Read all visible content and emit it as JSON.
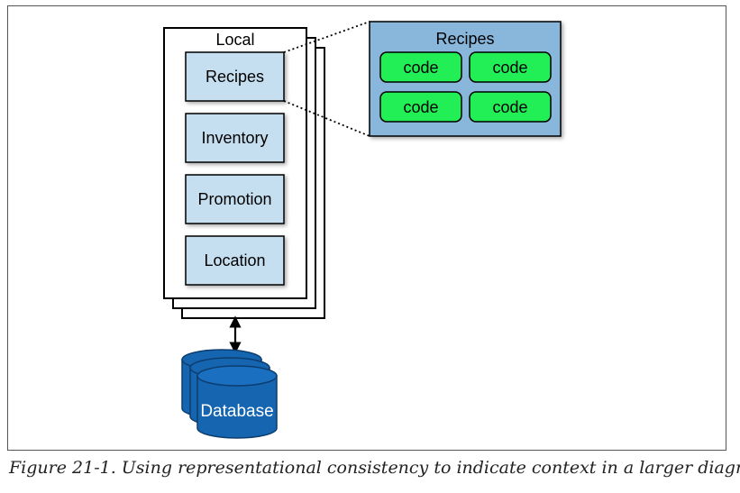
{
  "local_context": {
    "title": "Local",
    "modules": [
      {
        "label": "Recipes"
      },
      {
        "label": "Inventory"
      },
      {
        "label": "Promotion"
      },
      {
        "label": "Location"
      }
    ]
  },
  "zoom_panel": {
    "title": "Recipes",
    "items": [
      "code",
      "code",
      "code",
      "code"
    ]
  },
  "database": {
    "label": "Database"
  },
  "caption": "Figure 21-1. Using representational consistency to indicate context in a larger diagram",
  "colors": {
    "module_fill": "#c5dff0",
    "panel_fill": "#88b7db",
    "code_fill": "#22ee55",
    "database_fill": "#1565b0",
    "database_dark": "#0d4a86"
  }
}
